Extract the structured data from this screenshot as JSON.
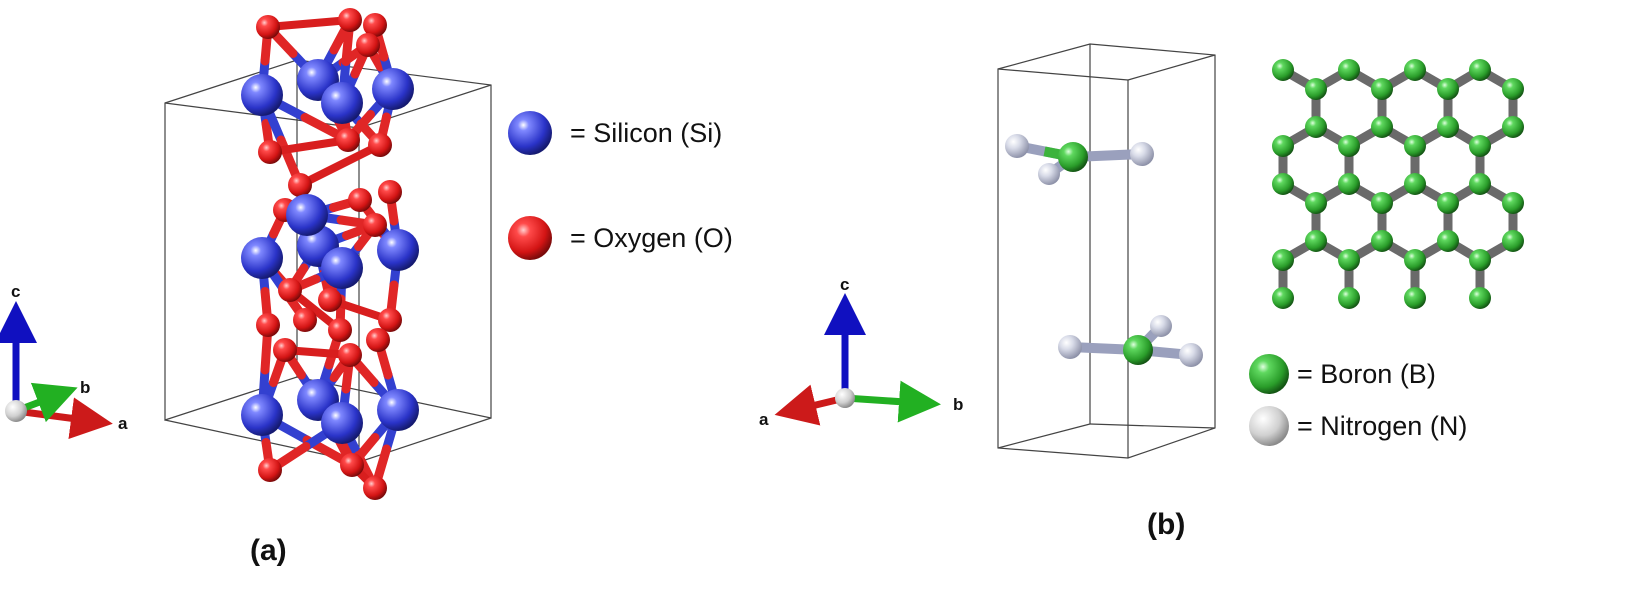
{
  "panel_a": {
    "label": "(a)",
    "axes": {
      "c": "c",
      "b": "b",
      "a": "a"
    },
    "legend": [
      {
        "text": "= Silicon (Si)",
        "color": "#3a46d6"
      },
      {
        "text": "= Oxygen (O)",
        "color": "#e32020"
      }
    ]
  },
  "panel_b": {
    "label": "(b)",
    "axes": {
      "c": "c",
      "a": "a",
      "b": "b"
    },
    "legend": [
      {
        "text": "= Boron (B)",
        "color": "#3cb33c"
      },
      {
        "text": "= Nitrogen (N)",
        "color": "#c8c8c8"
      }
    ]
  },
  "colors": {
    "silicon": "#3a46d6",
    "oxygen": "#e32020",
    "boron": "#3cb33c",
    "nitrogen": "#c9cde0",
    "honeycomb_atom": "#6b6b6b",
    "axis_a": "#cc1a1a",
    "axis_b": "#22b022",
    "axis_c": "#1010c0"
  }
}
